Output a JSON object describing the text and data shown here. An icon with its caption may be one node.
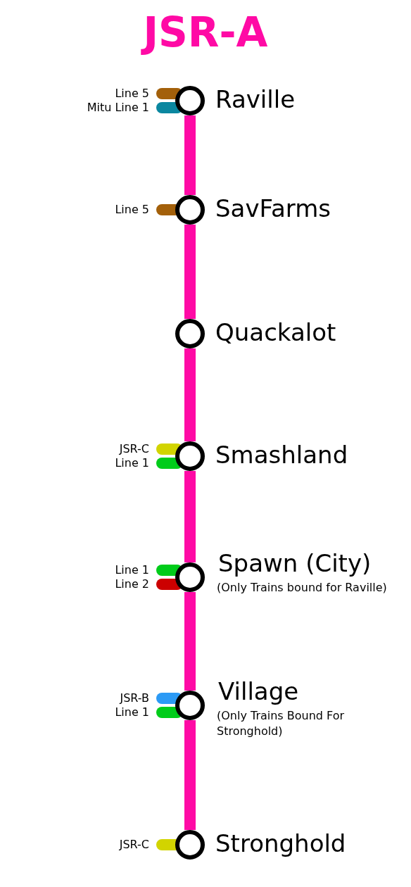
{
  "diagram": {
    "title": "JSR-A",
    "nodes": [
      {
        "text": [],
        "shape": "circle",
        "beside": [
          "Raville"
        ]
      },
      {
        "text": [],
        "shape": "circle",
        "beside": [
          "SavFarms"
        ]
      },
      {
        "text": [],
        "shape": "circle",
        "beside": [
          "Quackalot"
        ]
      },
      {
        "text": [],
        "shape": "circle",
        "beside": [
          "Smashland"
        ]
      },
      {
        "text": [],
        "shape": "circle",
        "beside": [
          "Spawn (City)",
          "(Only Trains bound for Raville)"
        ]
      },
      {
        "text": [],
        "shape": "circle",
        "beside": [
          "Village",
          "(Only Trains Bound For Stronghold)"
        ]
      },
      {
        "text": [],
        "shape": "circle",
        "beside": [
          "Stronghold"
        ]
      }
    ],
    "edges": [
      {
        "from": 0,
        "to": 1,
        "arrow": "none",
        "color": "#ff0aa5"
      },
      {
        "from": 1,
        "to": 2,
        "arrow": "none",
        "color": "#ff0aa5"
      },
      {
        "from": 2,
        "to": 3,
        "arrow": "none",
        "color": "#ff0aa5"
      },
      {
        "from": 3,
        "to": 4,
        "arrow": "none",
        "color": "#ff0aa5"
      },
      {
        "from": 4,
        "to": 5,
        "arrow": "none",
        "color": "#ff0aa5"
      },
      {
        "from": 5,
        "to": 6,
        "arrow": "none",
        "color": "#ff0aa5"
      },
      {
        "from": null,
        "to": 0,
        "arrow": "none",
        "label": "Line 5",
        "color": "#a3600a"
      },
      {
        "from": null,
        "to": 0,
        "arrow": "none",
        "label": "Mitu Line 1",
        "color": "#0a87a0"
      },
      {
        "from": null,
        "to": 1,
        "arrow": "none",
        "label": "Line 5",
        "color": "#a3600a"
      },
      {
        "from": null,
        "to": 3,
        "arrow": "none",
        "label": "JSR-C",
        "color": "#d2d400"
      },
      {
        "from": null,
        "to": 3,
        "arrow": "none",
        "label": "Line 1",
        "color": "#00cc1a"
      },
      {
        "from": null,
        "to": 4,
        "arrow": "none",
        "label": "Line 1",
        "color": "#00cc1a"
      },
      {
        "from": null,
        "to": 4,
        "arrow": "none",
        "label": "Line 2",
        "color": "#cc0000"
      },
      {
        "from": null,
        "to": 5,
        "arrow": "none",
        "label": "JSR-B",
        "color": "#2b9af5"
      },
      {
        "from": null,
        "to": 5,
        "arrow": "none",
        "label": "Line 1",
        "color": "#00cc1a"
      },
      {
        "from": null,
        "to": 6,
        "arrow": "none",
        "label": "JSR-C",
        "color": "#d2d400"
      }
    ]
  }
}
